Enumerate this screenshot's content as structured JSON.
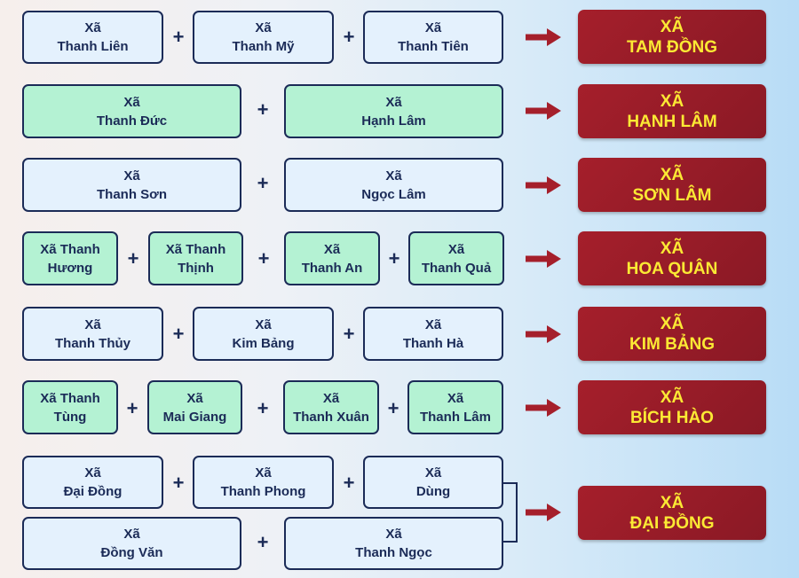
{
  "rows": [
    {
      "sources": [
        {
          "prefix": "Xã",
          "name": "Thanh Liên"
        },
        {
          "prefix": "Xã",
          "name": "Thanh Mỹ"
        },
        {
          "prefix": "Xã",
          "name": "Thanh Tiên"
        }
      ],
      "result": {
        "prefix": "XÃ",
        "name": "TAM ĐỒNG"
      }
    },
    {
      "sources": [
        {
          "prefix": "Xã",
          "name": "Thanh Đức"
        },
        {
          "prefix": "Xã",
          "name": "Hạnh Lâm"
        }
      ],
      "result": {
        "prefix": "XÃ",
        "name": "HẠNH LÂM"
      }
    },
    {
      "sources": [
        {
          "prefix": "Xã",
          "name": "Thanh Sơn"
        },
        {
          "prefix": "Xã",
          "name": "Ngọc Lâm"
        }
      ],
      "result": {
        "prefix": "XÃ",
        "name": "SƠN LÂM"
      }
    },
    {
      "sources": [
        {
          "prefix": "Xã Thanh",
          "name": "Hương"
        },
        {
          "prefix": "Xã Thanh",
          "name": "Thịnh"
        },
        {
          "prefix": "Xã",
          "name": "Thanh An"
        },
        {
          "prefix": "Xã",
          "name": "Thanh Quả"
        }
      ],
      "result": {
        "prefix": "XÃ",
        "name": "HOA QUÂN"
      }
    },
    {
      "sources": [
        {
          "prefix": "Xã",
          "name": "Thanh Thủy"
        },
        {
          "prefix": "Xã",
          "name": "Kim Bảng"
        },
        {
          "prefix": "Xã",
          "name": "Thanh Hà"
        }
      ],
      "result": {
        "prefix": "XÃ",
        "name": "KIM BẢNG"
      }
    },
    {
      "sources": [
        {
          "prefix": "Xã Thanh",
          "name": "Tùng"
        },
        {
          "prefix": "Xã",
          "name": "Mai Giang"
        },
        {
          "prefix": "Xã",
          "name": "Thanh Xuân"
        },
        {
          "prefix": "Xã",
          "name": "Thanh Lâm"
        }
      ],
      "result": {
        "prefix": "XÃ",
        "name": "BÍCH HÀO"
      }
    },
    {
      "sources": [
        {
          "prefix": "Xã",
          "name": "Đại Đồng"
        },
        {
          "prefix": "Xã",
          "name": "Thanh Phong"
        },
        {
          "prefix": "Xã",
          "name": "Dùng"
        },
        {
          "prefix": "Xã",
          "name": "Đồng Văn"
        },
        {
          "prefix": "Xã",
          "name": "Thanh Ngọc"
        }
      ],
      "result": {
        "prefix": "XÃ",
        "name": "ĐẠI ĐỒNG"
      }
    }
  ],
  "plus_symbol": "+",
  "colors": {
    "blue_box": "#e4f1fd",
    "green_box": "#b4f2d3",
    "border": "#1b2b57",
    "result_bg": "#9c1c28",
    "result_text": "#fbe934",
    "arrow": "#a51f2b"
  }
}
